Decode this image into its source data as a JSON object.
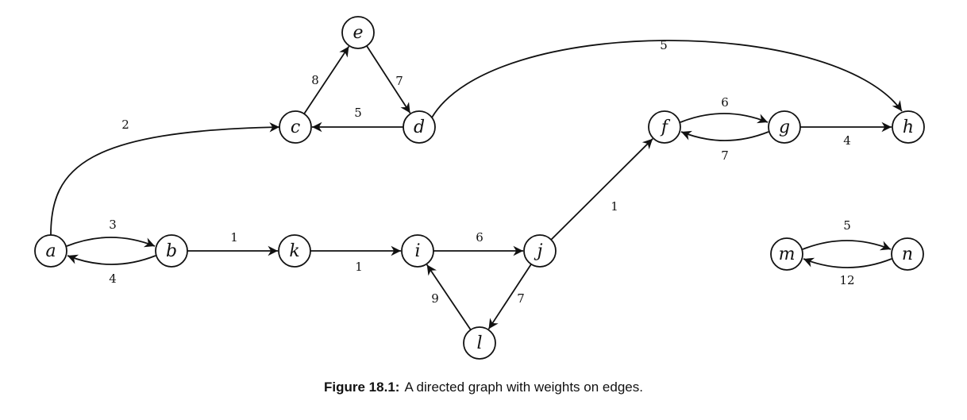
{
  "figure": {
    "label": "Figure 18.1:",
    "text": "A directed graph with weights on edges."
  },
  "graph": {
    "directed": true,
    "nodes": [
      {
        "id": "a",
        "label": "a"
      },
      {
        "id": "b",
        "label": "b"
      },
      {
        "id": "k",
        "label": "k"
      },
      {
        "id": "i",
        "label": "i"
      },
      {
        "id": "j",
        "label": "j"
      },
      {
        "id": "l",
        "label": "l"
      },
      {
        "id": "c",
        "label": "c"
      },
      {
        "id": "d",
        "label": "d"
      },
      {
        "id": "e",
        "label": "e"
      },
      {
        "id": "f",
        "label": "f"
      },
      {
        "id": "g",
        "label": "g"
      },
      {
        "id": "h",
        "label": "h"
      },
      {
        "id": "m",
        "label": "m"
      },
      {
        "id": "n",
        "label": "n"
      }
    ],
    "edges": [
      {
        "id": "a-b",
        "source": "a",
        "target": "b",
        "weight": "3"
      },
      {
        "id": "b-a",
        "source": "b",
        "target": "a",
        "weight": "4"
      },
      {
        "id": "a-c",
        "source": "a",
        "target": "c",
        "weight": "2"
      },
      {
        "id": "b-k",
        "source": "b",
        "target": "k",
        "weight": "1"
      },
      {
        "id": "k-i",
        "source": "k",
        "target": "i",
        "weight": "1"
      },
      {
        "id": "i-j",
        "source": "i",
        "target": "j",
        "weight": "6"
      },
      {
        "id": "j-l",
        "source": "j",
        "target": "l",
        "weight": "7"
      },
      {
        "id": "l-i",
        "source": "l",
        "target": "i",
        "weight": "9"
      },
      {
        "id": "j-f",
        "source": "j",
        "target": "f",
        "weight": "1"
      },
      {
        "id": "c-e",
        "source": "c",
        "target": "e",
        "weight": "8"
      },
      {
        "id": "e-d",
        "source": "e",
        "target": "d",
        "weight": "7"
      },
      {
        "id": "d-c",
        "source": "d",
        "target": "c",
        "weight": "5"
      },
      {
        "id": "d-h",
        "source": "d",
        "target": "h",
        "weight": "5"
      },
      {
        "id": "f-g",
        "source": "f",
        "target": "g",
        "weight": "6"
      },
      {
        "id": "g-f",
        "source": "g",
        "target": "f",
        "weight": "7"
      },
      {
        "id": "g-h",
        "source": "g",
        "target": "h",
        "weight": "4"
      },
      {
        "id": "m-n",
        "source": "m",
        "target": "n",
        "weight": "5"
      },
      {
        "id": "n-m",
        "source": "n",
        "target": "m",
        "weight": "12"
      }
    ]
  }
}
